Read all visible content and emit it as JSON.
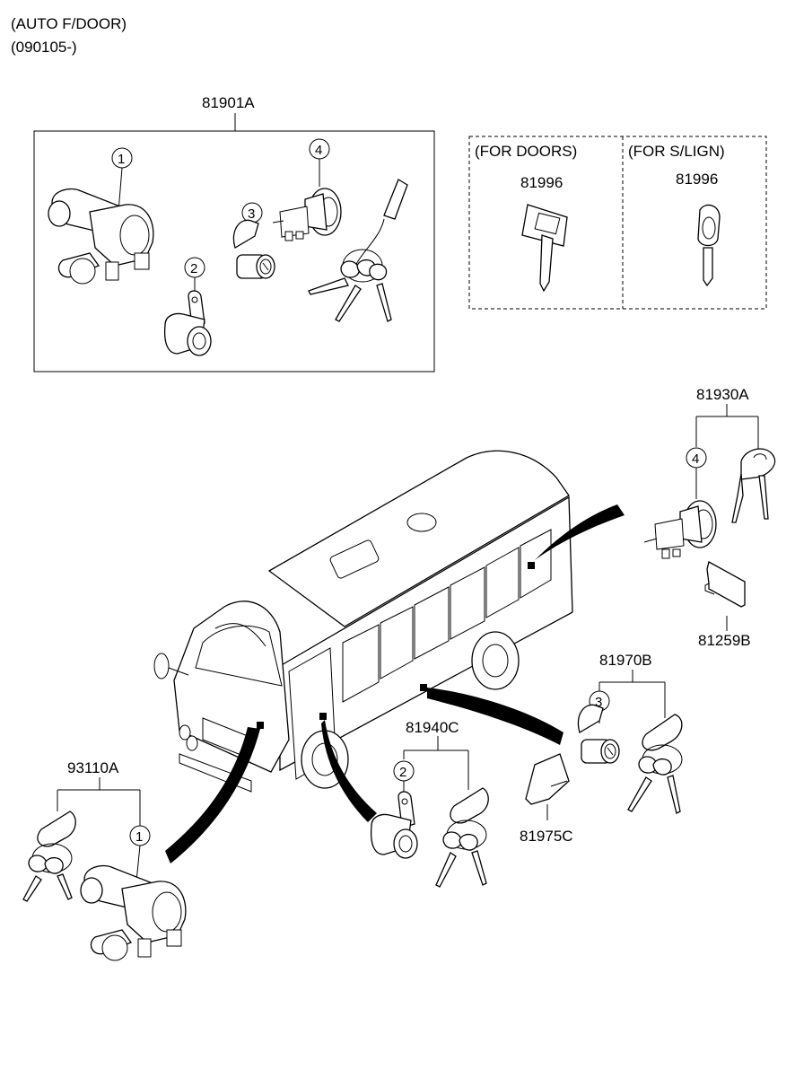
{
  "header": {
    "line1": "(AUTO F/DOOR)",
    "line2": "(090105-)"
  },
  "kit_box": {
    "part_number": "81901A",
    "callouts": [
      "1",
      "2",
      "3",
      "4"
    ]
  },
  "key_box": {
    "for_doors_label": "(FOR DOORS)",
    "for_doors_part": "81996",
    "for_slign_label": "(FOR S/LIGN)",
    "for_slign_part": "81996"
  },
  "parts": {
    "p81930A": "81930A",
    "p81930A_callout": "4",
    "p81259B": "81259B",
    "p81970B": "81970B",
    "p81970B_callout": "3",
    "p81940C": "81940C",
    "p81940C_callout": "2",
    "p81975C": "81975C",
    "p93110A": "93110A",
    "p93110A_callout": "1"
  }
}
